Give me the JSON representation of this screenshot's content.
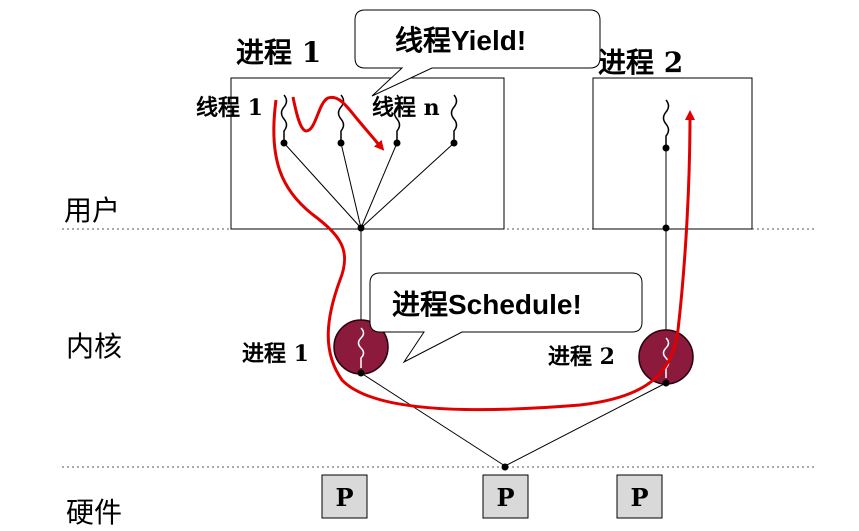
{
  "layers": {
    "user": "用户",
    "kernel": "内核",
    "hardware": "硬件"
  },
  "user_space": {
    "process1_title": "进程 1",
    "process2_title": "进程 2",
    "thread1_label": "线程 1",
    "threadn_label": "线程 n"
  },
  "kernel_space": {
    "process1_label": "进程 1",
    "process2_label": "进程 2"
  },
  "callouts": {
    "yield": "线程Yield!",
    "schedule": "进程Schedule!"
  },
  "processors": [
    "P",
    "P",
    "P"
  ],
  "colors": {
    "arrow": "#e00000",
    "kernel_circle": "#8b1a3c",
    "processor_box": "#d9d9d9"
  }
}
